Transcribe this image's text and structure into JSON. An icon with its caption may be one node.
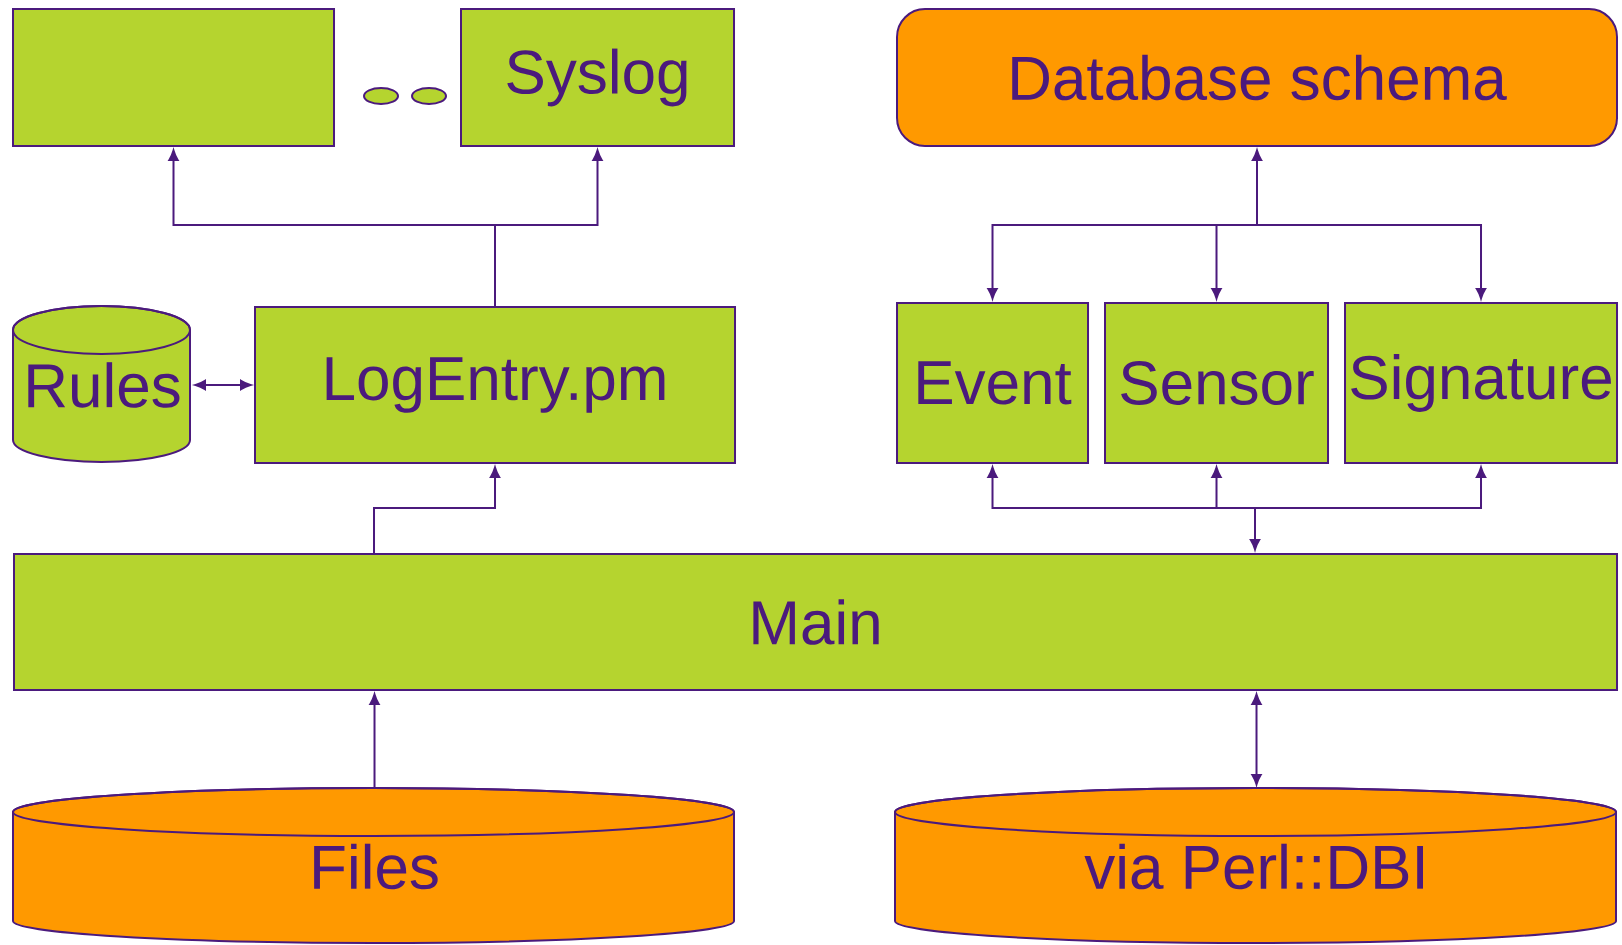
{
  "diagram": {
    "nodes": [
      {
        "text": [],
        "shape": "box"
      },
      {
        "text": [
          "Syslog"
        ]
      },
      {
        "text": [
          "Database schema"
        ]
      },
      {
        "text": [
          "Rules"
        ]
      },
      {
        "text": [
          "LogEntry.pm"
        ]
      },
      {
        "text": [
          "Event"
        ]
      },
      {
        "text": [
          "Sensor"
        ]
      },
      {
        "text": [
          "Signature"
        ]
      },
      {
        "text": [
          "Main"
        ]
      },
      {
        "text": [
          "Files"
        ]
      },
      {
        "text": [
          "via Perl::DBI"
        ]
      }
    ],
    "edges": [
      {
        "from": 4,
        "to": 0,
        "arrow": "to"
      },
      {
        "from": 4,
        "to": 1,
        "arrow": "to"
      },
      {
        "from": 3,
        "to": 4,
        "arrow": "both"
      },
      {
        "from": 8,
        "to": 4,
        "arrow": "to"
      },
      {
        "from": 2,
        "to": 5,
        "arrow": "both"
      },
      {
        "from": 2,
        "to": 6,
        "arrow": "both"
      },
      {
        "from": 2,
        "to": 7,
        "arrow": "both"
      },
      {
        "from": 8,
        "to": 5,
        "arrow": "both"
      },
      {
        "from": 8,
        "to": 6,
        "arrow": "both"
      },
      {
        "from": 8,
        "to": 7,
        "arrow": "both"
      },
      {
        "from": 9,
        "to": 8,
        "arrow": "to"
      },
      {
        "from": 10,
        "to": 8,
        "arrow": "both"
      }
    ]
  }
}
